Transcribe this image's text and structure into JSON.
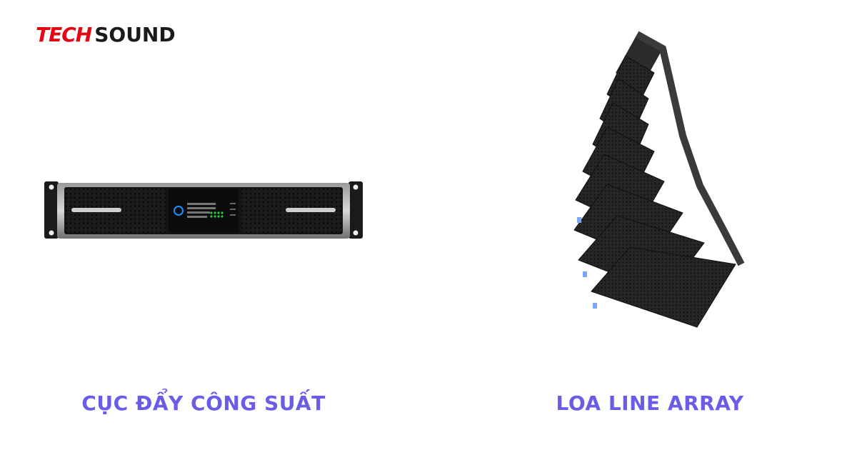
{
  "brand": {
    "part1": "TECH",
    "part2": "SOUND"
  },
  "products": [
    {
      "caption": "CỤC ĐẨY CÔNG SUẤT",
      "image": "power-amplifier-image"
    },
    {
      "caption": "LOA LINE ARRAY",
      "image": "line-array-speaker-image"
    }
  ],
  "colors": {
    "brand_red": "#e30613",
    "caption": "#6b5ce7",
    "background": "#ffffff"
  }
}
